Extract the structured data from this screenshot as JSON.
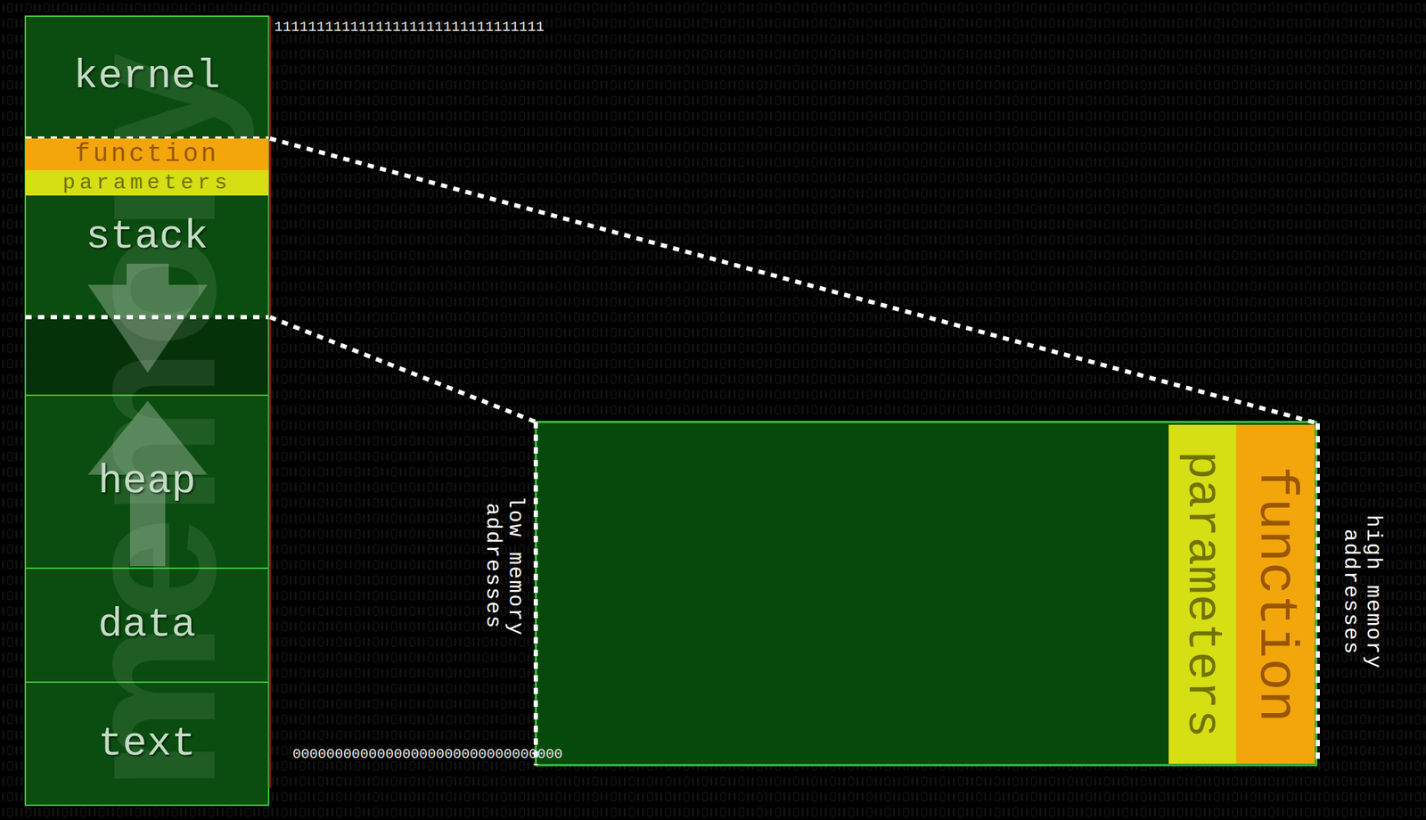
{
  "diagram": {
    "nodes": [
      {
        "text": [
          "kernel"
        ]
      },
      {
        "text": [
          "function"
        ]
      },
      {
        "text": [
          "parameters"
        ]
      },
      {
        "text": [
          "stack"
        ]
      },
      {
        "text": [
          "heap"
        ]
      },
      {
        "text": [
          "data"
        ]
      },
      {
        "text": [
          "text"
        ]
      },
      {
        "text": [
          "function"
        ]
      },
      {
        "text": [
          "parameters"
        ]
      }
    ],
    "labels": [
      "11111111111111111111111111111111",
      "00000000000000000000000000000000",
      "low memory addresses",
      "high memory addresses",
      "memory"
    ]
  }
}
